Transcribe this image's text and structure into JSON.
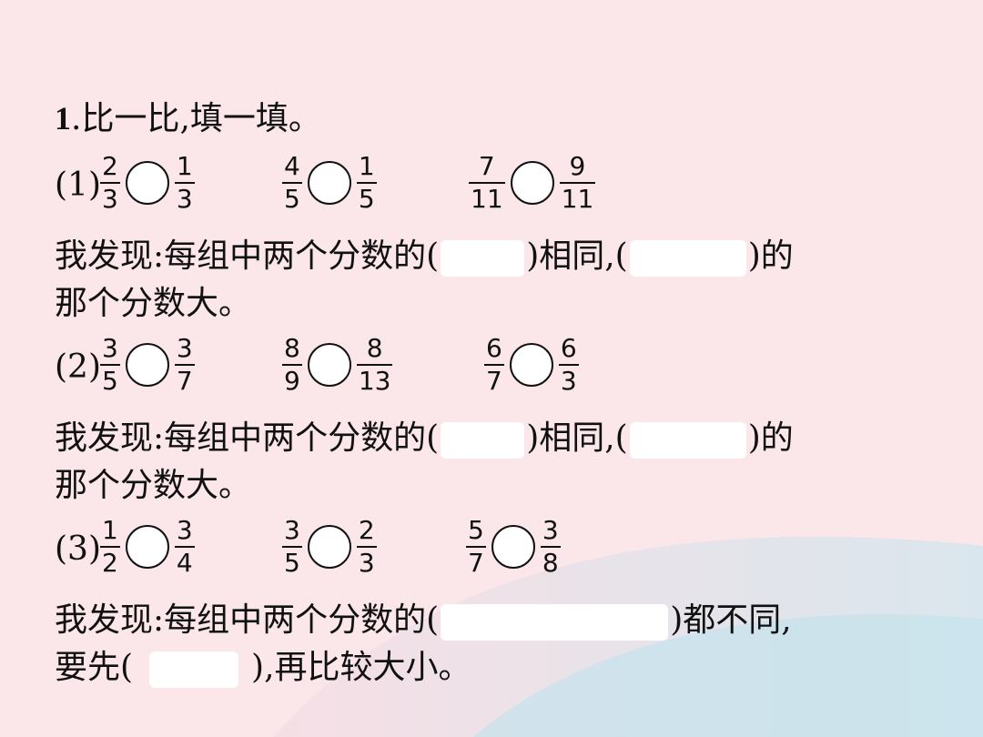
{
  "title": {
    "num": "1",
    "text": ".比一比,填一填。"
  },
  "parts": [
    {
      "label": "(1)",
      "pairs": [
        {
          "a": {
            "n": "2",
            "d": "3"
          },
          "b": {
            "n": "1",
            "d": "3"
          }
        },
        {
          "a": {
            "n": "4",
            "d": "5"
          },
          "b": {
            "n": "1",
            "d": "5"
          }
        },
        {
          "a": {
            "n": "7",
            "d": "11"
          },
          "b": {
            "n": "9",
            "d": "11"
          }
        }
      ],
      "line1_a": "我发现:每组中两个分数的(",
      "line1_b": ")相同,(",
      "line1_c": ")的",
      "line2": "那个分数大。"
    },
    {
      "label": "(2)",
      "pairs": [
        {
          "a": {
            "n": "3",
            "d": "5"
          },
          "b": {
            "n": "3",
            "d": "7"
          }
        },
        {
          "a": {
            "n": "8",
            "d": "9"
          },
          "b": {
            "n": "8",
            "d": "13"
          }
        },
        {
          "a": {
            "n": "6",
            "d": "7"
          },
          "b": {
            "n": "6",
            "d": "3"
          }
        }
      ],
      "line1_a": "我发现:每组中两个分数的(",
      "line1_b": ")相同,(",
      "line1_c": ")的",
      "line2": "那个分数大。"
    },
    {
      "label": "(3)",
      "pairs": [
        {
          "a": {
            "n": "1",
            "d": "2"
          },
          "b": {
            "n": "3",
            "d": "4"
          }
        },
        {
          "a": {
            "n": "3",
            "d": "5"
          },
          "b": {
            "n": "2",
            "d": "3"
          }
        },
        {
          "a": {
            "n": "5",
            "d": "7"
          },
          "b": {
            "n": "3",
            "d": "8"
          }
        }
      ],
      "line1_a": "我发现:每组中两个分数的(",
      "line1_b": ")都不同,",
      "line2_a": "要先(",
      "line2_b": "),再比较大小。"
    }
  ]
}
